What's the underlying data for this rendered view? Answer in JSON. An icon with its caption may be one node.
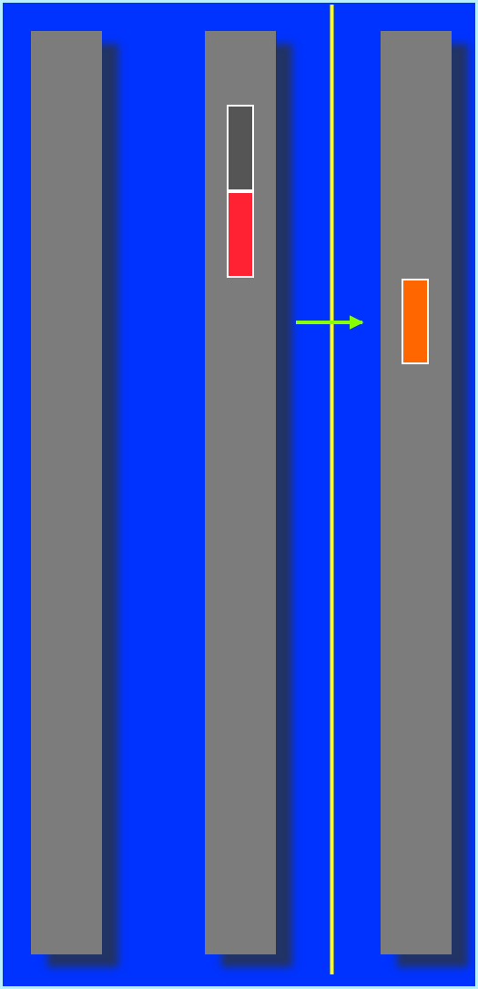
{
  "diagram": {
    "nodes": [
      {
        "text": [],
        "shape": "bar"
      },
      {
        "text": [],
        "shape": "bar"
      },
      {
        "text": [],
        "shape": "bar"
      },
      {
        "text": [],
        "shape": "box",
        "in": 1
      },
      {
        "text": [],
        "shape": "box",
        "in": 1
      },
      {
        "text": [],
        "shape": "box",
        "in": 2
      }
    ]
  }
}
